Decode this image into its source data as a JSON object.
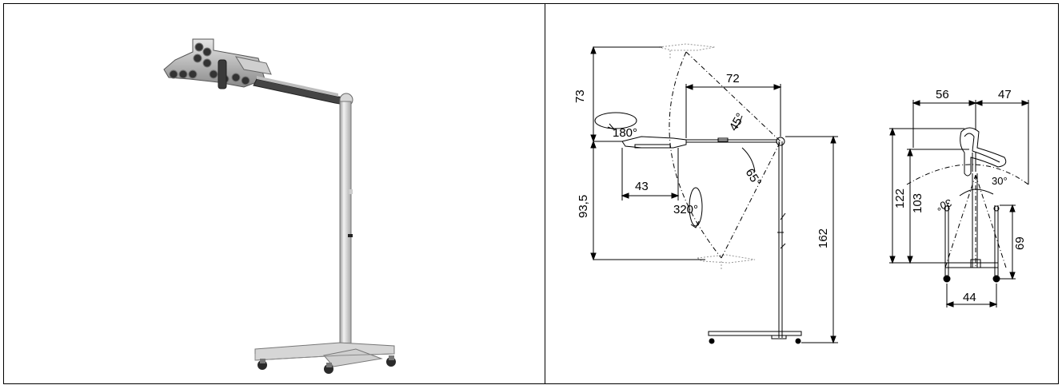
{
  "dimensions": {
    "top_offset": "73",
    "arm_reach": "72",
    "rotation_180": "180°",
    "angle_45": "45°",
    "angle_65": "65°",
    "head_depth": "43",
    "rotation_320": "320°",
    "lower_offset": "93,5",
    "total_height": "162",
    "base_left_width": "56",
    "base_right_width": "47",
    "angle_30_right": "30°",
    "angle_30_left": "30°",
    "height_122": "122",
    "height_103": "103",
    "height_69": "69",
    "base_width_44": "44"
  }
}
